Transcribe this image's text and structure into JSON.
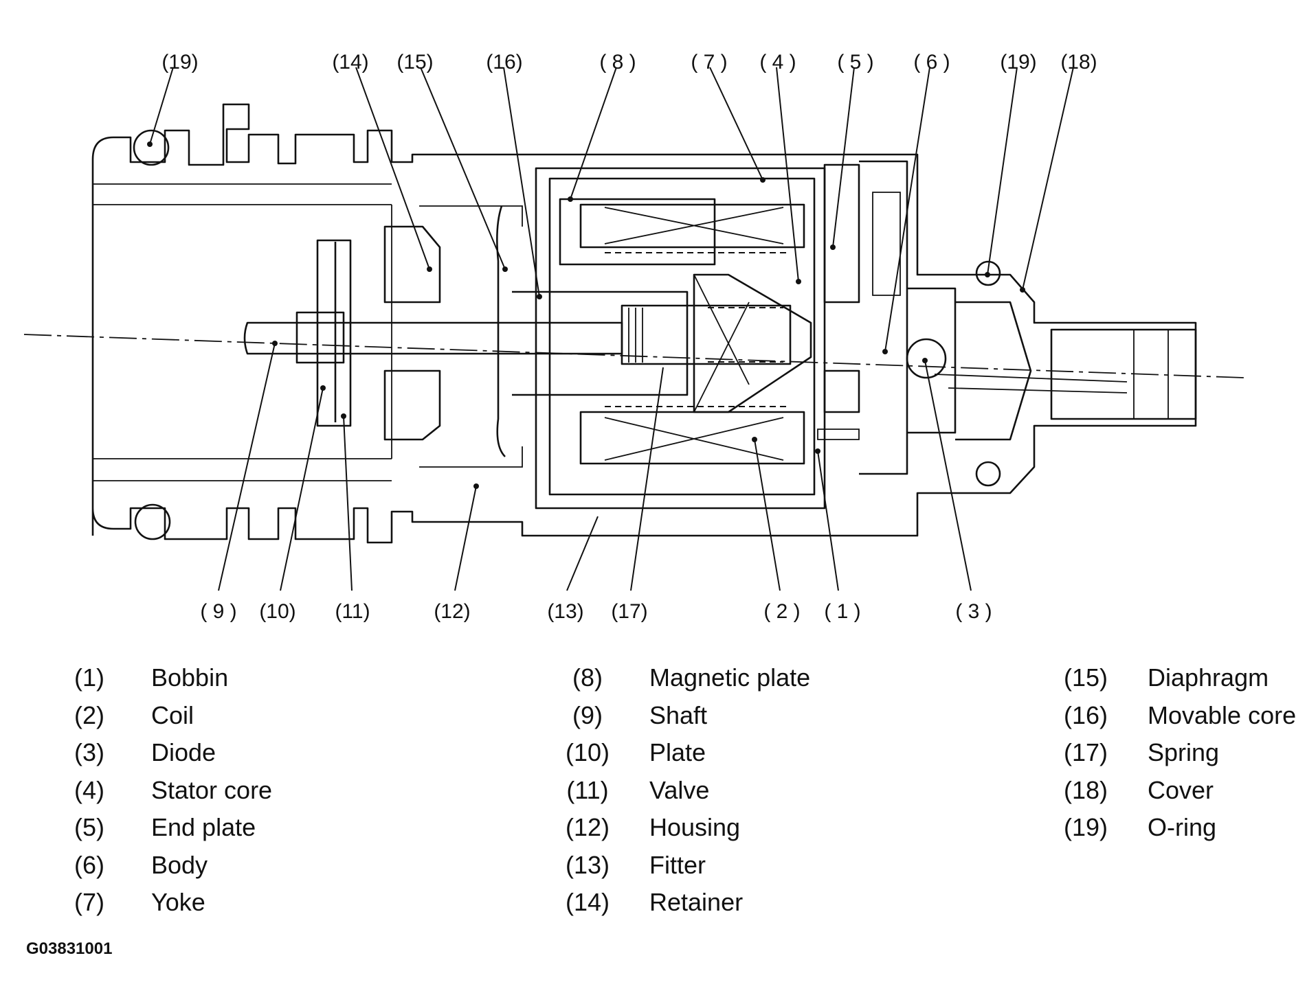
{
  "callouts": {
    "c19a": "(19)",
    "c14": "(14)",
    "c15": "(15)",
    "c16": "(16)",
    "c8": "( 8 )",
    "c7": "( 7 )",
    "c4": "( 4 )",
    "c5": "( 5 )",
    "c6": "( 6 )",
    "c19b": "(19)",
    "c18": "(18)",
    "c9": "( 9 )",
    "c10": "(10)",
    "c11": "(11)",
    "c12": "(12)",
    "c13": "(13)",
    "c17": "(17)",
    "c2": "( 2 )",
    "c1": "( 1 )",
    "c3": "( 3 )"
  },
  "legend": {
    "col1": [
      {
        "num": "(1)",
        "name": "Bobbin"
      },
      {
        "num": "(2)",
        "name": "Coil"
      },
      {
        "num": "(3)",
        "name": "Diode"
      },
      {
        "num": "(4)",
        "name": "Stator core"
      },
      {
        "num": "(5)",
        "name": "End plate"
      },
      {
        "num": "(6)",
        "name": "Body"
      },
      {
        "num": "(7)",
        "name": "Yoke"
      }
    ],
    "col2": [
      {
        "num": "(8)",
        "name": "Magnetic plate"
      },
      {
        "num": "(9)",
        "name": "Shaft"
      },
      {
        "num": "(10)",
        "name": "Plate"
      },
      {
        "num": "(11)",
        "name": "Valve"
      },
      {
        "num": "(12)",
        "name": "Housing"
      },
      {
        "num": "(13)",
        "name": "Fitter"
      },
      {
        "num": "(14)",
        "name": "Retainer"
      }
    ],
    "col3": [
      {
        "num": "(15)",
        "name": "Diaphragm"
      },
      {
        "num": "(16)",
        "name": "Movable core"
      },
      {
        "num": "(17)",
        "name": "Spring"
      },
      {
        "num": "(18)",
        "name": "Cover"
      },
      {
        "num": "(19)",
        "name": "O-ring"
      }
    ]
  },
  "figure_id": "G03831001"
}
